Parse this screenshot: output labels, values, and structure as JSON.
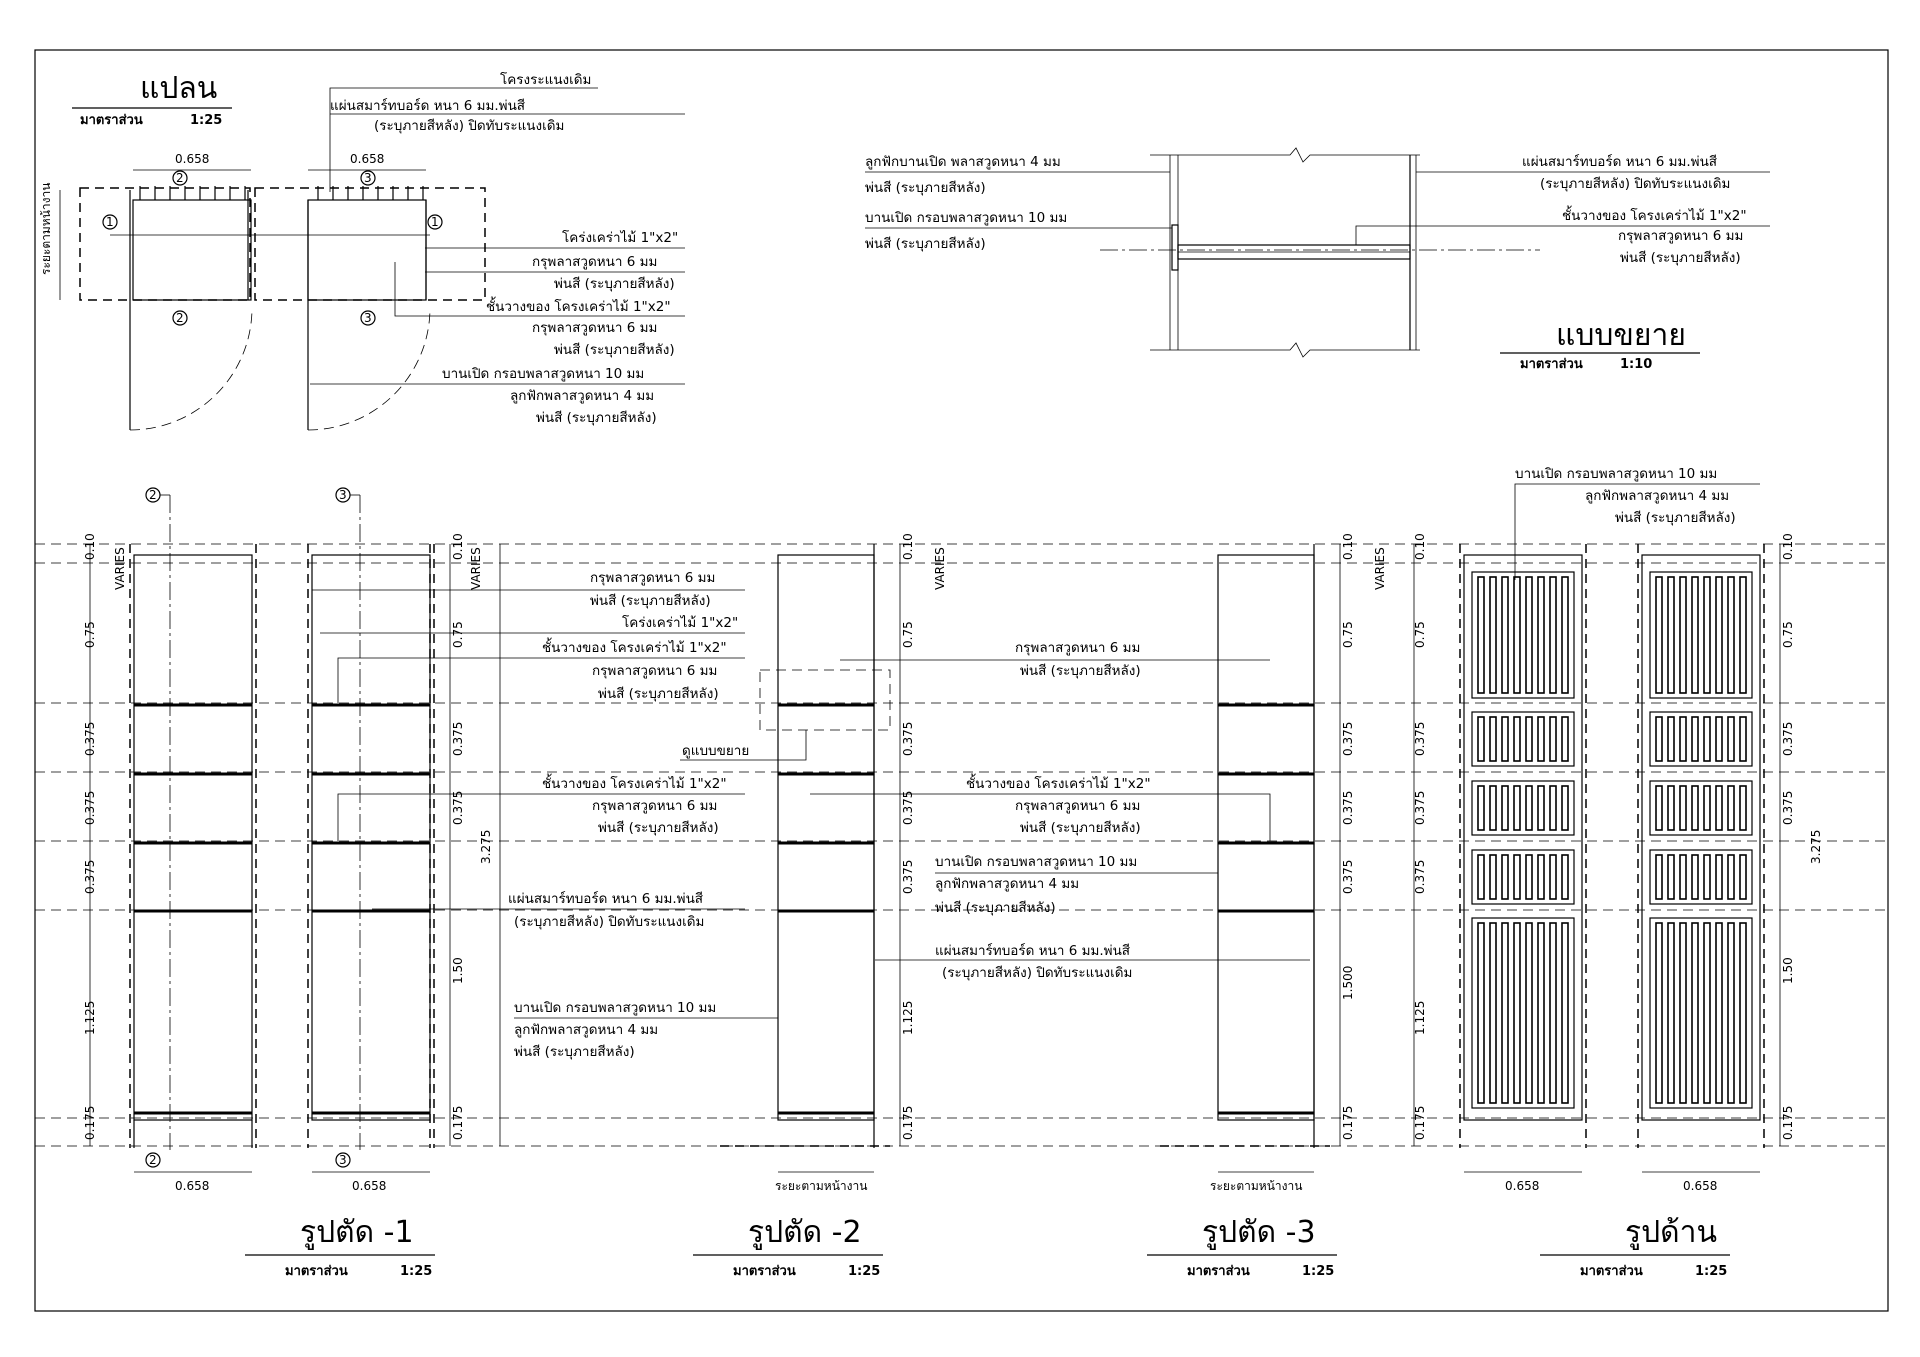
{
  "titles": {
    "plan": "แปลน",
    "detail": "แบบขยาย",
    "section1": "รูปตัด -1",
    "section2": "รูปตัด -2",
    "section3": "รูปตัด -3",
    "elevation": "รูปด้าน"
  },
  "scales": {
    "label": "มาตราส่วน",
    "plan": "1:25",
    "detail": "1:10",
    "section1": "1:25",
    "section2": "1:25",
    "section3": "1:25",
    "elevation": "1:25"
  },
  "plan_notes": {
    "existing_wall": "โครงระแนงเดิม",
    "smartboard_1": "แผ่นสมาร์ทบอร์ด หนา 6 มม.พ่นสี",
    "smartboard_2": "(ระบุภายสีหลัง) ปิดทับระแนงเดิม",
    "frame": "โคร่งเคร่าไม้ 1\"x2\"",
    "ply_1": "กรุพลาสวูดหนา 6 มม",
    "ply_2": "พ่นสี (ระบุภายสีหลัง)",
    "shelf_1": "ชั้นวางของ โครงเคร่าไม้ 1\"x2\"",
    "shelf_2": "กรุพลาสวูดหนา 6 มม",
    "shelf_3": "พ่นสี (ระบุภายสีหลัง)",
    "door_1": "บานเปิด กรอบพลาสวูดหนา 10 มม",
    "door_2": "ลูกฟักพลาสวูดหนา 4 มม",
    "door_3": "พ่นสี (ระบุภายสีหลัง)",
    "width_a": "0.658",
    "width_b": "0.658",
    "side_label": "ระยะตามหน้างาน"
  },
  "detail_notes": {
    "panel_1": "ลูกฟักบานเปิด พลาสวูดหนา 4 มม",
    "panel_2": "พ่นสี (ระบุภายสีหลัง)",
    "door_1": "บานเปิด กรอบพลาสวูดหนา 10 มม",
    "door_2": "พ่นสี (ระบุภายสีหลัง)",
    "board_1": "แผ่นสมาร์ทบอร์ด หนา 6 มม.พ่นสี",
    "board_2": "(ระบุภายสีหลัง) ปิดทับระแนงเดิม",
    "shelf_1": "ชั้นวางของ โครงเคร่าไม้ 1\"x2\"",
    "shelf_2": "กรุพลาสวูดหนา 6 มม",
    "shelf_3": "พ่นสี (ระบุภายสีหลัง)"
  },
  "section_notes": {
    "s1_ply_1": "กรุพลาสวูดหนา 6 มม",
    "s1_ply_2": "พ่นสี (ระบุภายสีหลัง)",
    "s1_frame": "โคร่งเคร่าไม้ 1\"x2\"",
    "s1_shelf_1": "ชั้นวางของ โครงเคร่าไม้ 1\"x2\"",
    "s1_shelf_2": "กรุพลาสวูดหนา 6 มม",
    "s1_shelf_3": "พ่นสี (ระบุภายสีหลัง)",
    "see_detail": "ดูแบบขยาย",
    "s1b_shelf_1": "ชั้นวางของ โครงเคร่าไม้ 1\"x2\"",
    "s1b_shelf_2": "กรุพลาสวูดหนา 6 มม",
    "s1b_shelf_3": "พ่นสี (ระบุภายสีหลัง)",
    "s1_board_1": "แผ่นสมาร์ทบอร์ด หนา 6 มม.พ่นสี",
    "s1_board_2": "(ระบุภายสีหลัง) ปิดทับระแนงเดิม",
    "s1_door_1": "บานเปิด กรอบพลาสวูดหนา 10 มม",
    "s1_door_2": "ลูกฟักพลาสวูดหนา 4 มม",
    "s1_door_3": "พ่นสี (ระบุภายสีหลัง)",
    "s2_ply_1": "กรุพลาสวูดหนา 6 มม",
    "s2_ply_2": "พ่นสี (ระบุภายสีหลัง)",
    "s2_shelf_1": "ชั้นวางของ โครงเคร่าไม้ 1\"x2\"",
    "s2_shelf_2": "กรุพลาสวูดหนา 6 มม",
    "s2_shelf_3": "พ่นสี (ระบุภายสีหลัง)",
    "s2_door_1": "บานเปิด กรอบพลาสวูดหนา 10 มม",
    "s2_door_2": "ลูกฟักพลาสวูดหนา 4 มม",
    "s2_door_3": "พ่นสี (ระบุภายสีหลัง)",
    "s2_board_1": "แผ่นสมาร์ทบอร์ด หนา 6 มม.พ่นสี",
    "s2_board_2": "(ระบุภายสีหลัง) ปิดทับระแนงเดิม",
    "site_1": "ระยะตามหน้างาน",
    "site_2": "ระยะตามหน้างาน",
    "el_door_1": "บานเปิด กรอบพลาสวูดหนา 10 มม",
    "el_door_2": "ลูกฟักพลาสวูดหนา 4 มม",
    "el_door_3": "พ่นสี (ระบุภายสีหลัง)"
  },
  "dims": {
    "varies": "VARIES",
    "d010": "0.10",
    "d075": "0.75",
    "d0375": "0.375",
    "d1125": "1.125",
    "d0175": "0.175",
    "d150": "1.50",
    "d1500": "1.500",
    "d3275": "3.275",
    "w0658": "0.658"
  },
  "tags": {
    "t1": "1",
    "t2": "2",
    "t3": "3"
  }
}
